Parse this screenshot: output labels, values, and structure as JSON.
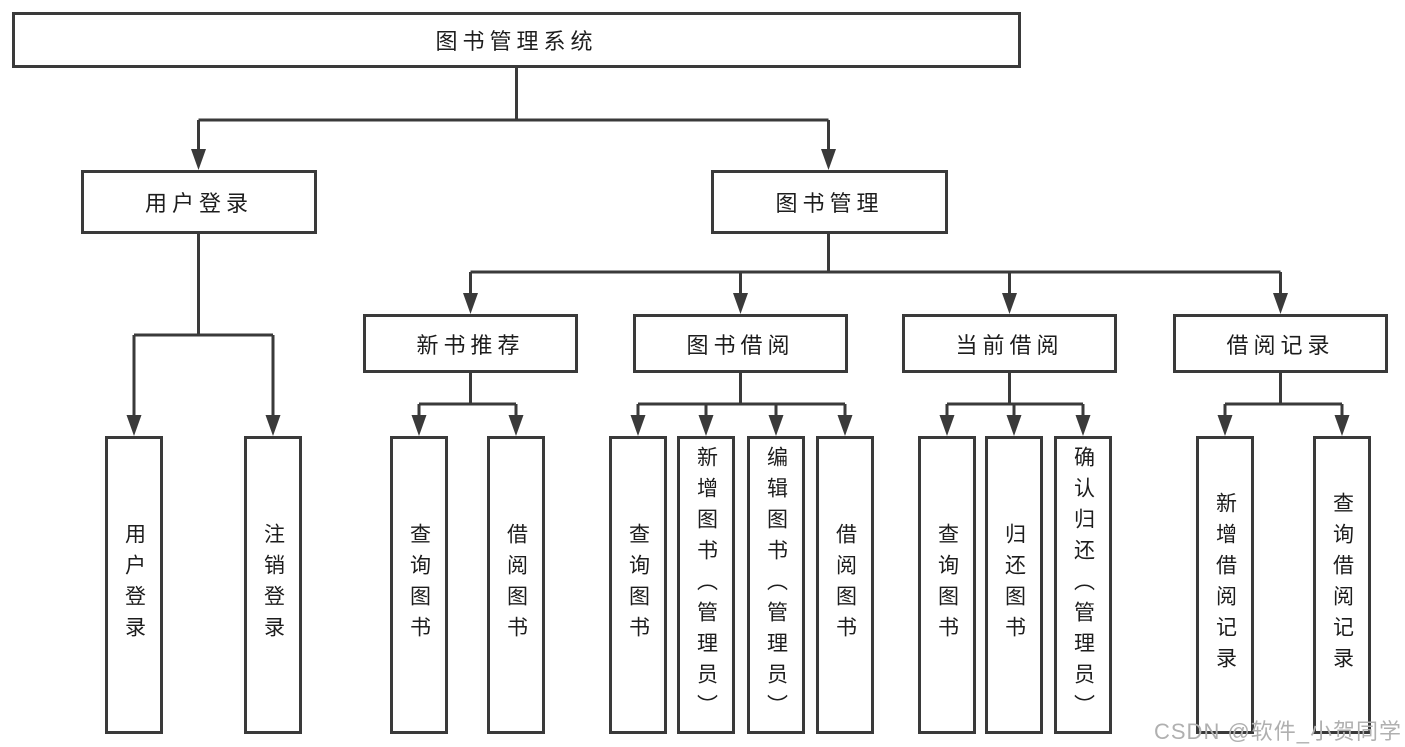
{
  "colors": {
    "line": "#3a3a3a",
    "box_border": "#3a3a3a",
    "box_bg": "#ffffff",
    "text": "#1d1d1d",
    "watermark": "#b0b0b0"
  },
  "watermark": {
    "text": "CSDN @软件_小贺同学"
  },
  "tree": {
    "root": {
      "label": "图书管理系统"
    },
    "children": [
      {
        "label": "用户登录",
        "children": [
          {
            "label": "用户登录"
          },
          {
            "label": "注销登录"
          }
        ]
      },
      {
        "label": "图书管理",
        "children": [
          {
            "label": "新书推荐",
            "children": [
              {
                "label": "查询图书"
              },
              {
                "label": "借阅图书"
              }
            ]
          },
          {
            "label": "图书借阅",
            "children": [
              {
                "label": "查询图书"
              },
              {
                "label": "新增图书（管理员）"
              },
              {
                "label": "编辑图书（管理员）"
              },
              {
                "label": "借阅图书"
              }
            ]
          },
          {
            "label": "当前借阅",
            "children": [
              {
                "label": "查询图书"
              },
              {
                "label": "归还图书"
              },
              {
                "label": "确认归还（管理员）"
              }
            ]
          },
          {
            "label": "借阅记录",
            "children": [
              {
                "label": "新增借阅记录"
              },
              {
                "label": "查询借阅记录"
              }
            ]
          }
        ]
      }
    ]
  }
}
